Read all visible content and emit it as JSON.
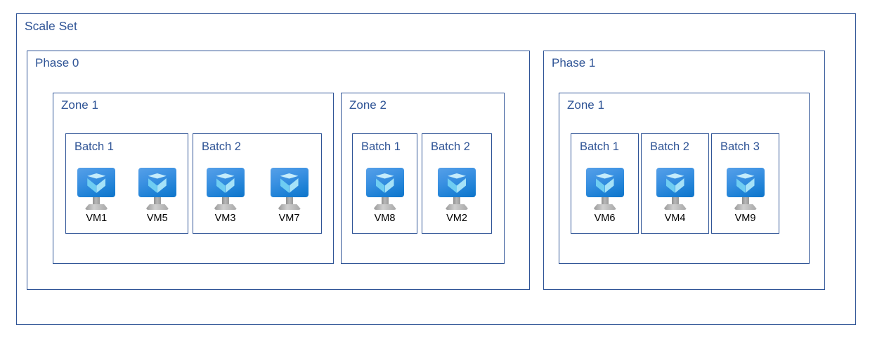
{
  "diagram": {
    "title": "Scale Set",
    "colors": {
      "border": "#2f5496",
      "label_text": "#2f5496",
      "vm_label_text": "#000000",
      "vm_screen_top": "#56a0e8",
      "vm_screen_bottom": "#0e74c9",
      "cube_top": "#c5ecfb",
      "cube_left": "#6fcdf2",
      "cube_right": "#a5e2f8",
      "background": "#ffffff"
    },
    "phases": [
      {
        "label": "Phase 0",
        "zones": [
          {
            "label": "Zone 1",
            "batches": [
              {
                "label": "Batch 1",
                "vms": [
                  {
                    "name": "VM1",
                    "icon": "azure-virtual-machine-icon"
                  },
                  {
                    "name": "VM5",
                    "icon": "azure-virtual-machine-icon"
                  }
                ]
              },
              {
                "label": "Batch 2",
                "vms": [
                  {
                    "name": "VM3",
                    "icon": "azure-virtual-machine-icon"
                  },
                  {
                    "name": "VM7",
                    "icon": "azure-virtual-machine-icon"
                  }
                ]
              }
            ]
          },
          {
            "label": "Zone 2",
            "batches": [
              {
                "label": "Batch 1",
                "vms": [
                  {
                    "name": "VM8",
                    "icon": "azure-virtual-machine-icon"
                  }
                ]
              },
              {
                "label": "Batch 2",
                "vms": [
                  {
                    "name": "VM2",
                    "icon": "azure-virtual-machine-icon"
                  }
                ]
              }
            ]
          }
        ]
      },
      {
        "label": "Phase 1",
        "zones": [
          {
            "label": "Zone 1",
            "batches": [
              {
                "label": "Batch 1",
                "vms": [
                  {
                    "name": "VM6",
                    "icon": "azure-virtual-machine-icon"
                  }
                ]
              },
              {
                "label": "Batch 2",
                "vms": [
                  {
                    "name": "VM4",
                    "icon": "azure-virtual-machine-icon"
                  }
                ]
              },
              {
                "label": "Batch 3",
                "vms": [
                  {
                    "name": "VM9",
                    "icon": "azure-virtual-machine-icon"
                  }
                ]
              }
            ]
          }
        ]
      }
    ]
  }
}
